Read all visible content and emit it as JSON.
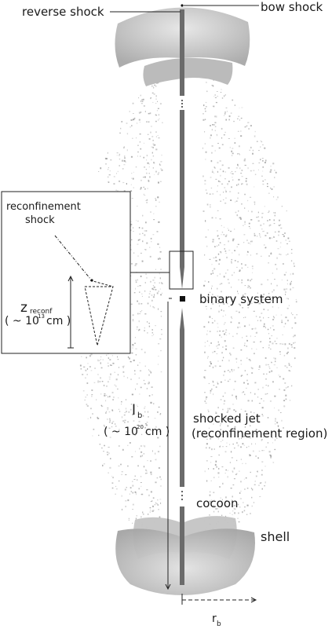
{
  "labels": {
    "reverse_shock": "reverse shock",
    "bow_shock": "bow shock",
    "reconfinement_shock_line1": "reconfinement",
    "reconfinement_shock_line2": "shock",
    "z_reconf_symbol": "z",
    "z_reconf_subscript": "reconf",
    "z_reconf_scale_prefix": "( ~ 10",
    "z_reconf_scale_exponent": "13",
    "z_reconf_scale_suffix": "cm )",
    "binary_system": "binary system",
    "l_b_symbol": "l",
    "l_b_subscript": "b",
    "l_b_scale_prefix": "( ~ 10",
    "l_b_scale_exponent": "20",
    "l_b_scale_suffix": "cm )",
    "shocked_jet_line1": "shocked jet",
    "shocked_jet_line2": "(reconfinement region)",
    "cocoon": "cocoon",
    "shell": "shell",
    "r_b_symbol": "r",
    "r_b_subscript": "b"
  },
  "colors": {
    "jet": "#6b6b6b",
    "shell_light": "#d2d2d2",
    "shell_mid": "#bdbdbd",
    "shell_dark": "#a9a9a9",
    "cocoon_dots": "#9a9a9a",
    "line": "#222222"
  }
}
